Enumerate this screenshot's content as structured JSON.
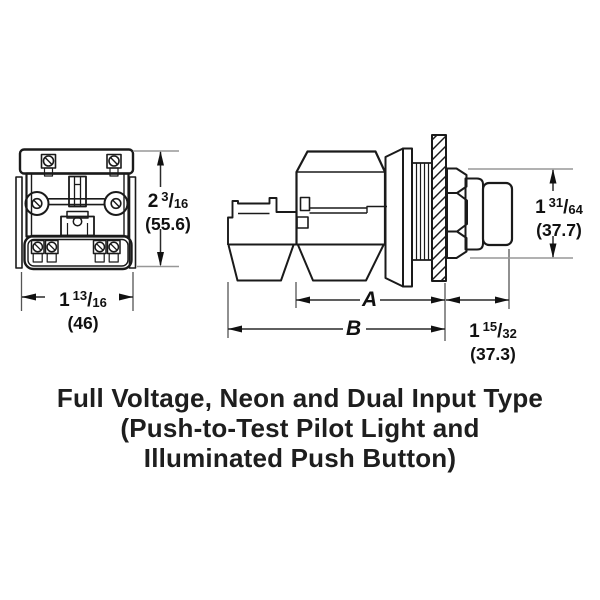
{
  "caption": {
    "line1": "Full Voltage, Neon and Dual Input Type",
    "line2": "(Push-to-Test Pilot Light and",
    "line3": "Illuminated Push Button)"
  },
  "glyphs": {
    "fraction_slash": "/"
  },
  "dimensions": {
    "front_height": {
      "whole": "2",
      "numerator": "3",
      "denominator": "16",
      "metric": "(55.6)"
    },
    "front_width": {
      "whole": "1",
      "numerator": "13",
      "denominator": "16",
      "metric": "(46)"
    },
    "bezel_diameter": {
      "whole": "1",
      "numerator": "31",
      "denominator": "64",
      "metric": "(37.7)"
    },
    "front_projection": {
      "whole": "1",
      "numerator": "15",
      "denominator": "32",
      "metric": "(37.3)"
    },
    "behind_panel_label": "A",
    "total_depth_label": "B"
  },
  "colors": {
    "line": "#1a1a1a",
    "extension_line": "#979797",
    "background": "#ffffff"
  }
}
